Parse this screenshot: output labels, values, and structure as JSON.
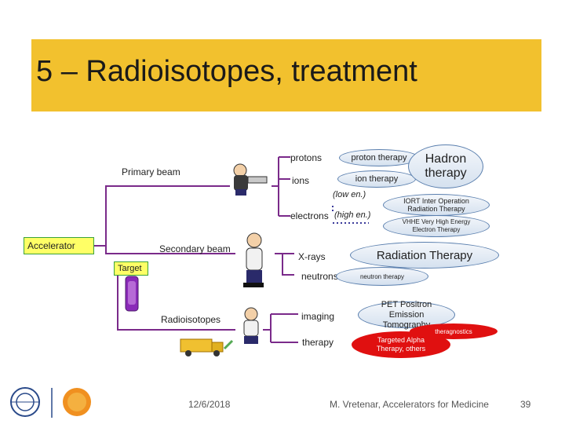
{
  "title": "5 – Radioisotopes, treatment",
  "labels": {
    "primary_beam": "Primary beam",
    "secondary_beam": "Secondary beam",
    "accelerator": "Accelerator",
    "target": "Target",
    "radioisotopes": "Radioisotopes",
    "protons": "protons",
    "ions": "ions",
    "electrons": "electrons",
    "x_rays": "X-rays",
    "neutrons": "neutrons",
    "imaging": "imaging",
    "therapy": "therapy",
    "low_en": "(low en.)",
    "high_en": "(high en.)"
  },
  "bubbles": {
    "proton_therapy": "proton therapy",
    "ion_therapy": "ion therapy",
    "hadron_therapy": "Hadron therapy",
    "iort": "IORT Inter Operation Radiation Therapy",
    "vhhe": "VHHE Very High Energy Electron Therapy",
    "radiation_therapy": "Radiation Therapy",
    "neutron_therapy": "neutron therapy",
    "pet": "PET Positron Emission Tomography",
    "theragnostics": "theragnostics",
    "targeted_alpha": "Targeted Alpha Therapy, others"
  },
  "colors": {
    "title_band": "#f2c12e",
    "line": "#7a2a8a",
    "bubble_border": "#5a7fae",
    "red_bubble": "#e01010",
    "label_box": "#ffff66"
  },
  "footer": {
    "date": "12/6/2018",
    "author": "M. Vretenar, Accelerators for Medicine",
    "page": "39"
  }
}
